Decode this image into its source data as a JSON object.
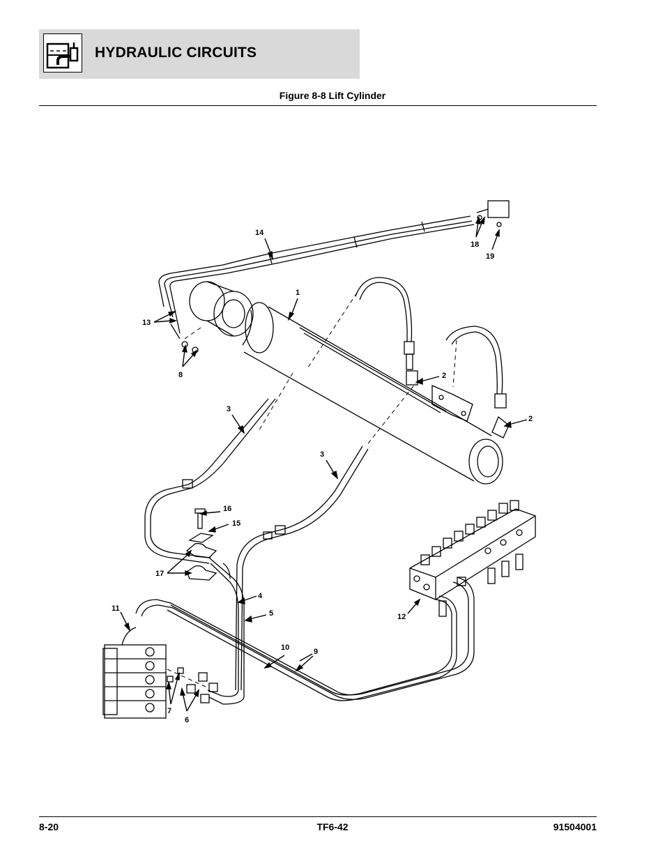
{
  "header": {
    "title": "HYDRAULIC CIRCUITS",
    "icon": "hydraulic-reservoir-icon"
  },
  "figure": {
    "caption": "Figure 8-8 Lift Cylinder",
    "callouts": [
      {
        "id": "c1",
        "text": "1"
      },
      {
        "id": "c2a",
        "text": "2"
      },
      {
        "id": "c2b",
        "text": "2"
      },
      {
        "id": "c3a",
        "text": "3"
      },
      {
        "id": "c3b",
        "text": "3"
      },
      {
        "id": "c4",
        "text": "4"
      },
      {
        "id": "c5",
        "text": "5"
      },
      {
        "id": "c6",
        "text": "6"
      },
      {
        "id": "c7",
        "text": "7"
      },
      {
        "id": "c8",
        "text": "8"
      },
      {
        "id": "c9",
        "text": "9"
      },
      {
        "id": "c10",
        "text": "10"
      },
      {
        "id": "c11",
        "text": "11"
      },
      {
        "id": "c12",
        "text": "12"
      },
      {
        "id": "c13",
        "text": "13"
      },
      {
        "id": "c14",
        "text": "14"
      },
      {
        "id": "c15",
        "text": "15"
      },
      {
        "id": "c16",
        "text": "16"
      },
      {
        "id": "c17",
        "text": "17"
      },
      {
        "id": "c18",
        "text": "18"
      },
      {
        "id": "c19",
        "text": "19"
      }
    ]
  },
  "footer": {
    "page": "8-20",
    "model": "TF6-42",
    "doc_number": "91504001"
  }
}
